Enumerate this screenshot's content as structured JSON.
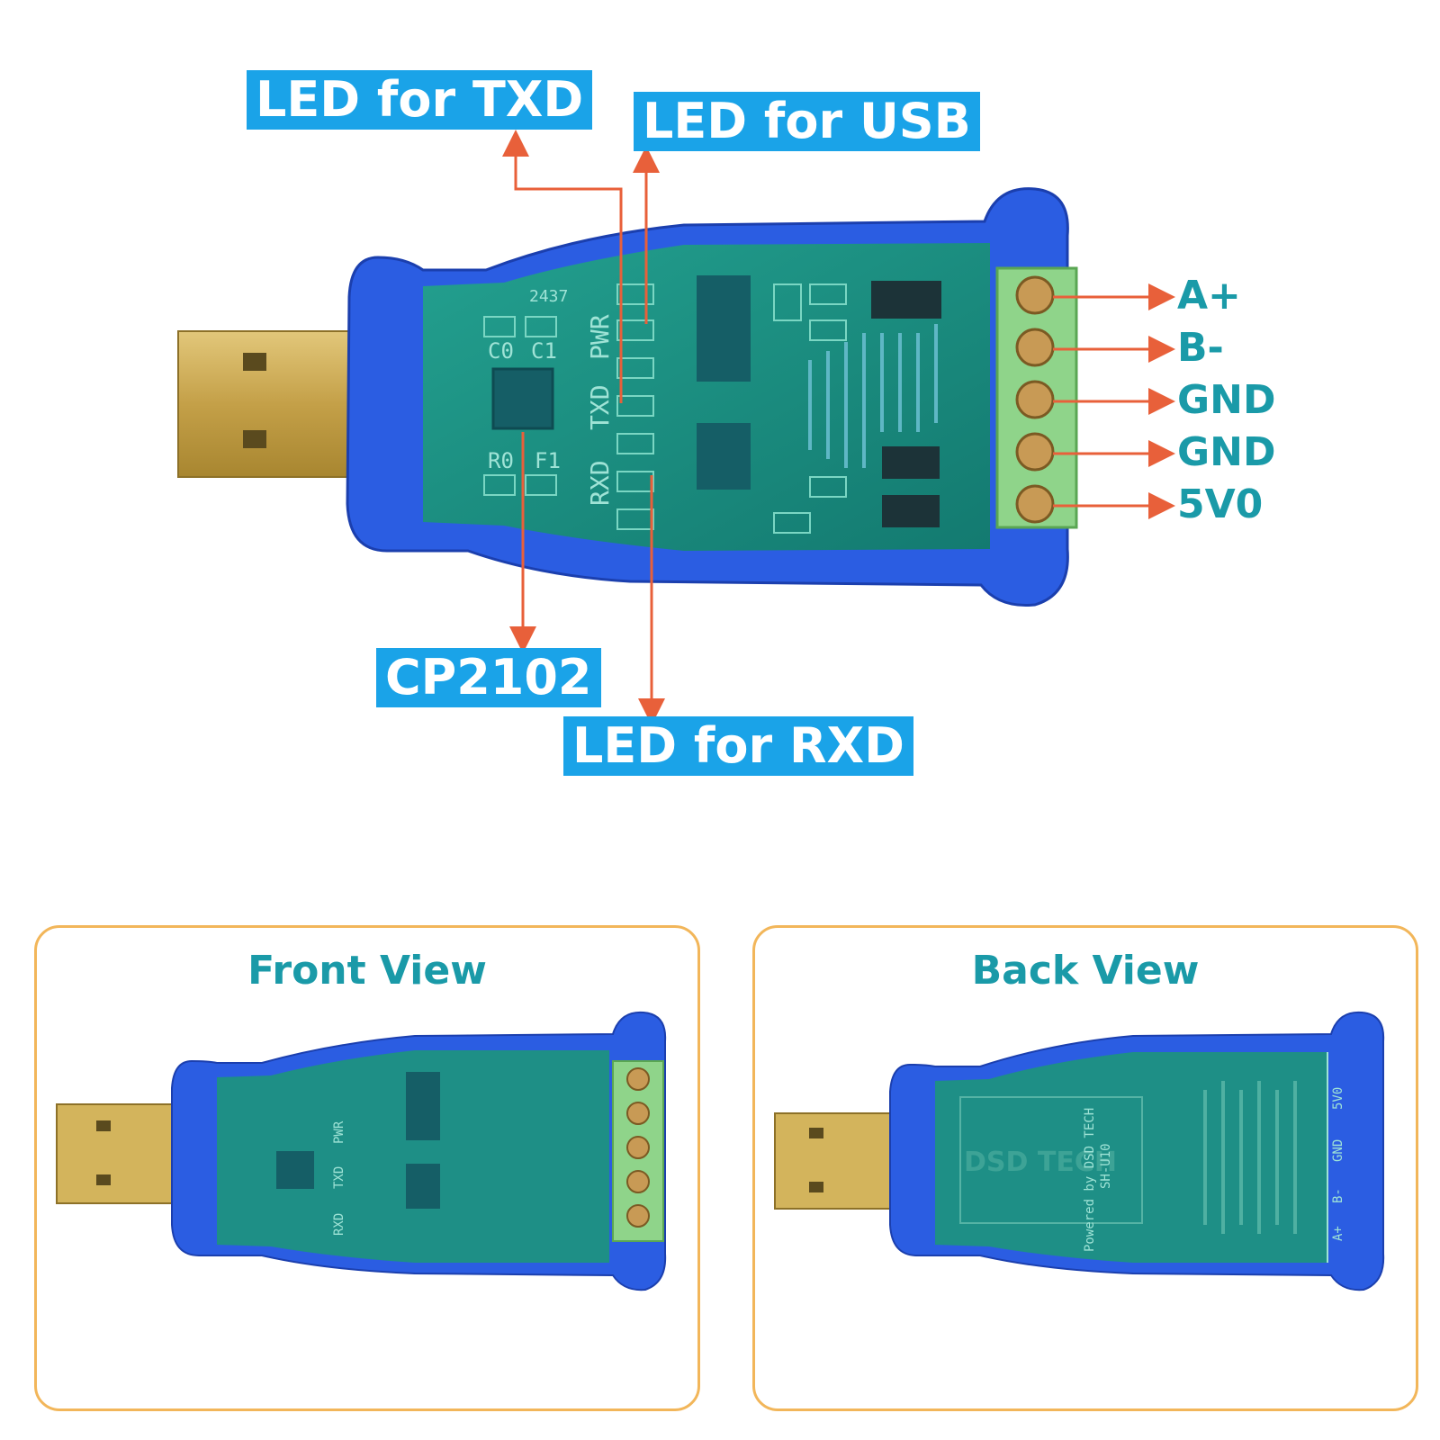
{
  "callouts": {
    "txd": "LED for TXD",
    "usb": "LED for USB",
    "cp2102": "CP2102",
    "rxd": "LED for RXD"
  },
  "pins": [
    "A+",
    "B-",
    "GND",
    "GND",
    "5V0"
  ],
  "board": {
    "silk_pwr": "PWR",
    "silk_txd": "TXD",
    "silk_rxd": "RXD",
    "silk_c0": "C0",
    "silk_c1": "C1",
    "silk_r0": "R0",
    "silk_f1": "F1",
    "silk_code": "2437",
    "back_brand": "DSD TECH",
    "back_powered": "Powered by DSD TECH",
    "back_model": "SH-U10",
    "back_pins": [
      "5V0",
      "GND",
      "B-",
      "A+"
    ]
  },
  "views": {
    "front_title": "Front View",
    "back_title": "Back View"
  },
  "colors": {
    "callout_bg": "#1aa3e8",
    "arrow": "#e8603a",
    "pin_label": "#1a9aa8",
    "panel_border": "#f2b65a",
    "case_blue": "#2a5be0",
    "pcb_green": "#1f8f86",
    "terminal_green": "#8fd48a",
    "usb_gold": "#c9a54a"
  }
}
